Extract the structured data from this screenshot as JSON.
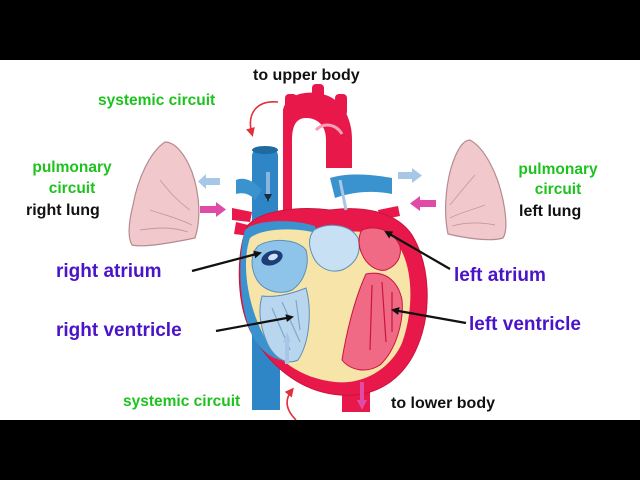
{
  "colors": {
    "letterbox": "#000000",
    "background": "#ffffff",
    "circuit_label": "#1ec21e",
    "structure_label": "#4a14c8",
    "plain_label": "#111111",
    "oxygenated_blood": "#e8194a",
    "deoxygenated_blood": "#2e86c6",
    "lung_tissue": "#f1c9cc",
    "heart_wall": "#f7e4a8",
    "flow_arrow_out": "#a8c6e6",
    "flow_arrow_in": "#e04ba8"
  },
  "labels": {
    "to_upper_body": "to upper body",
    "systemic_circuit_top": "systemic circuit",
    "pulmonary_circuit_left": [
      "pulmonary",
      "circuit"
    ],
    "right_lung": "right lung",
    "pulmonary_circuit_right": [
      "pulmonary",
      "circuit"
    ],
    "left_lung": "left lung",
    "right_atrium": "right atrium",
    "left_atrium": "left atrium",
    "right_ventricle": "right ventricle",
    "left_ventricle": "left ventricle",
    "systemic_circuit_bottom": "systemic circuit",
    "to_lower_body": "to lower body"
  }
}
